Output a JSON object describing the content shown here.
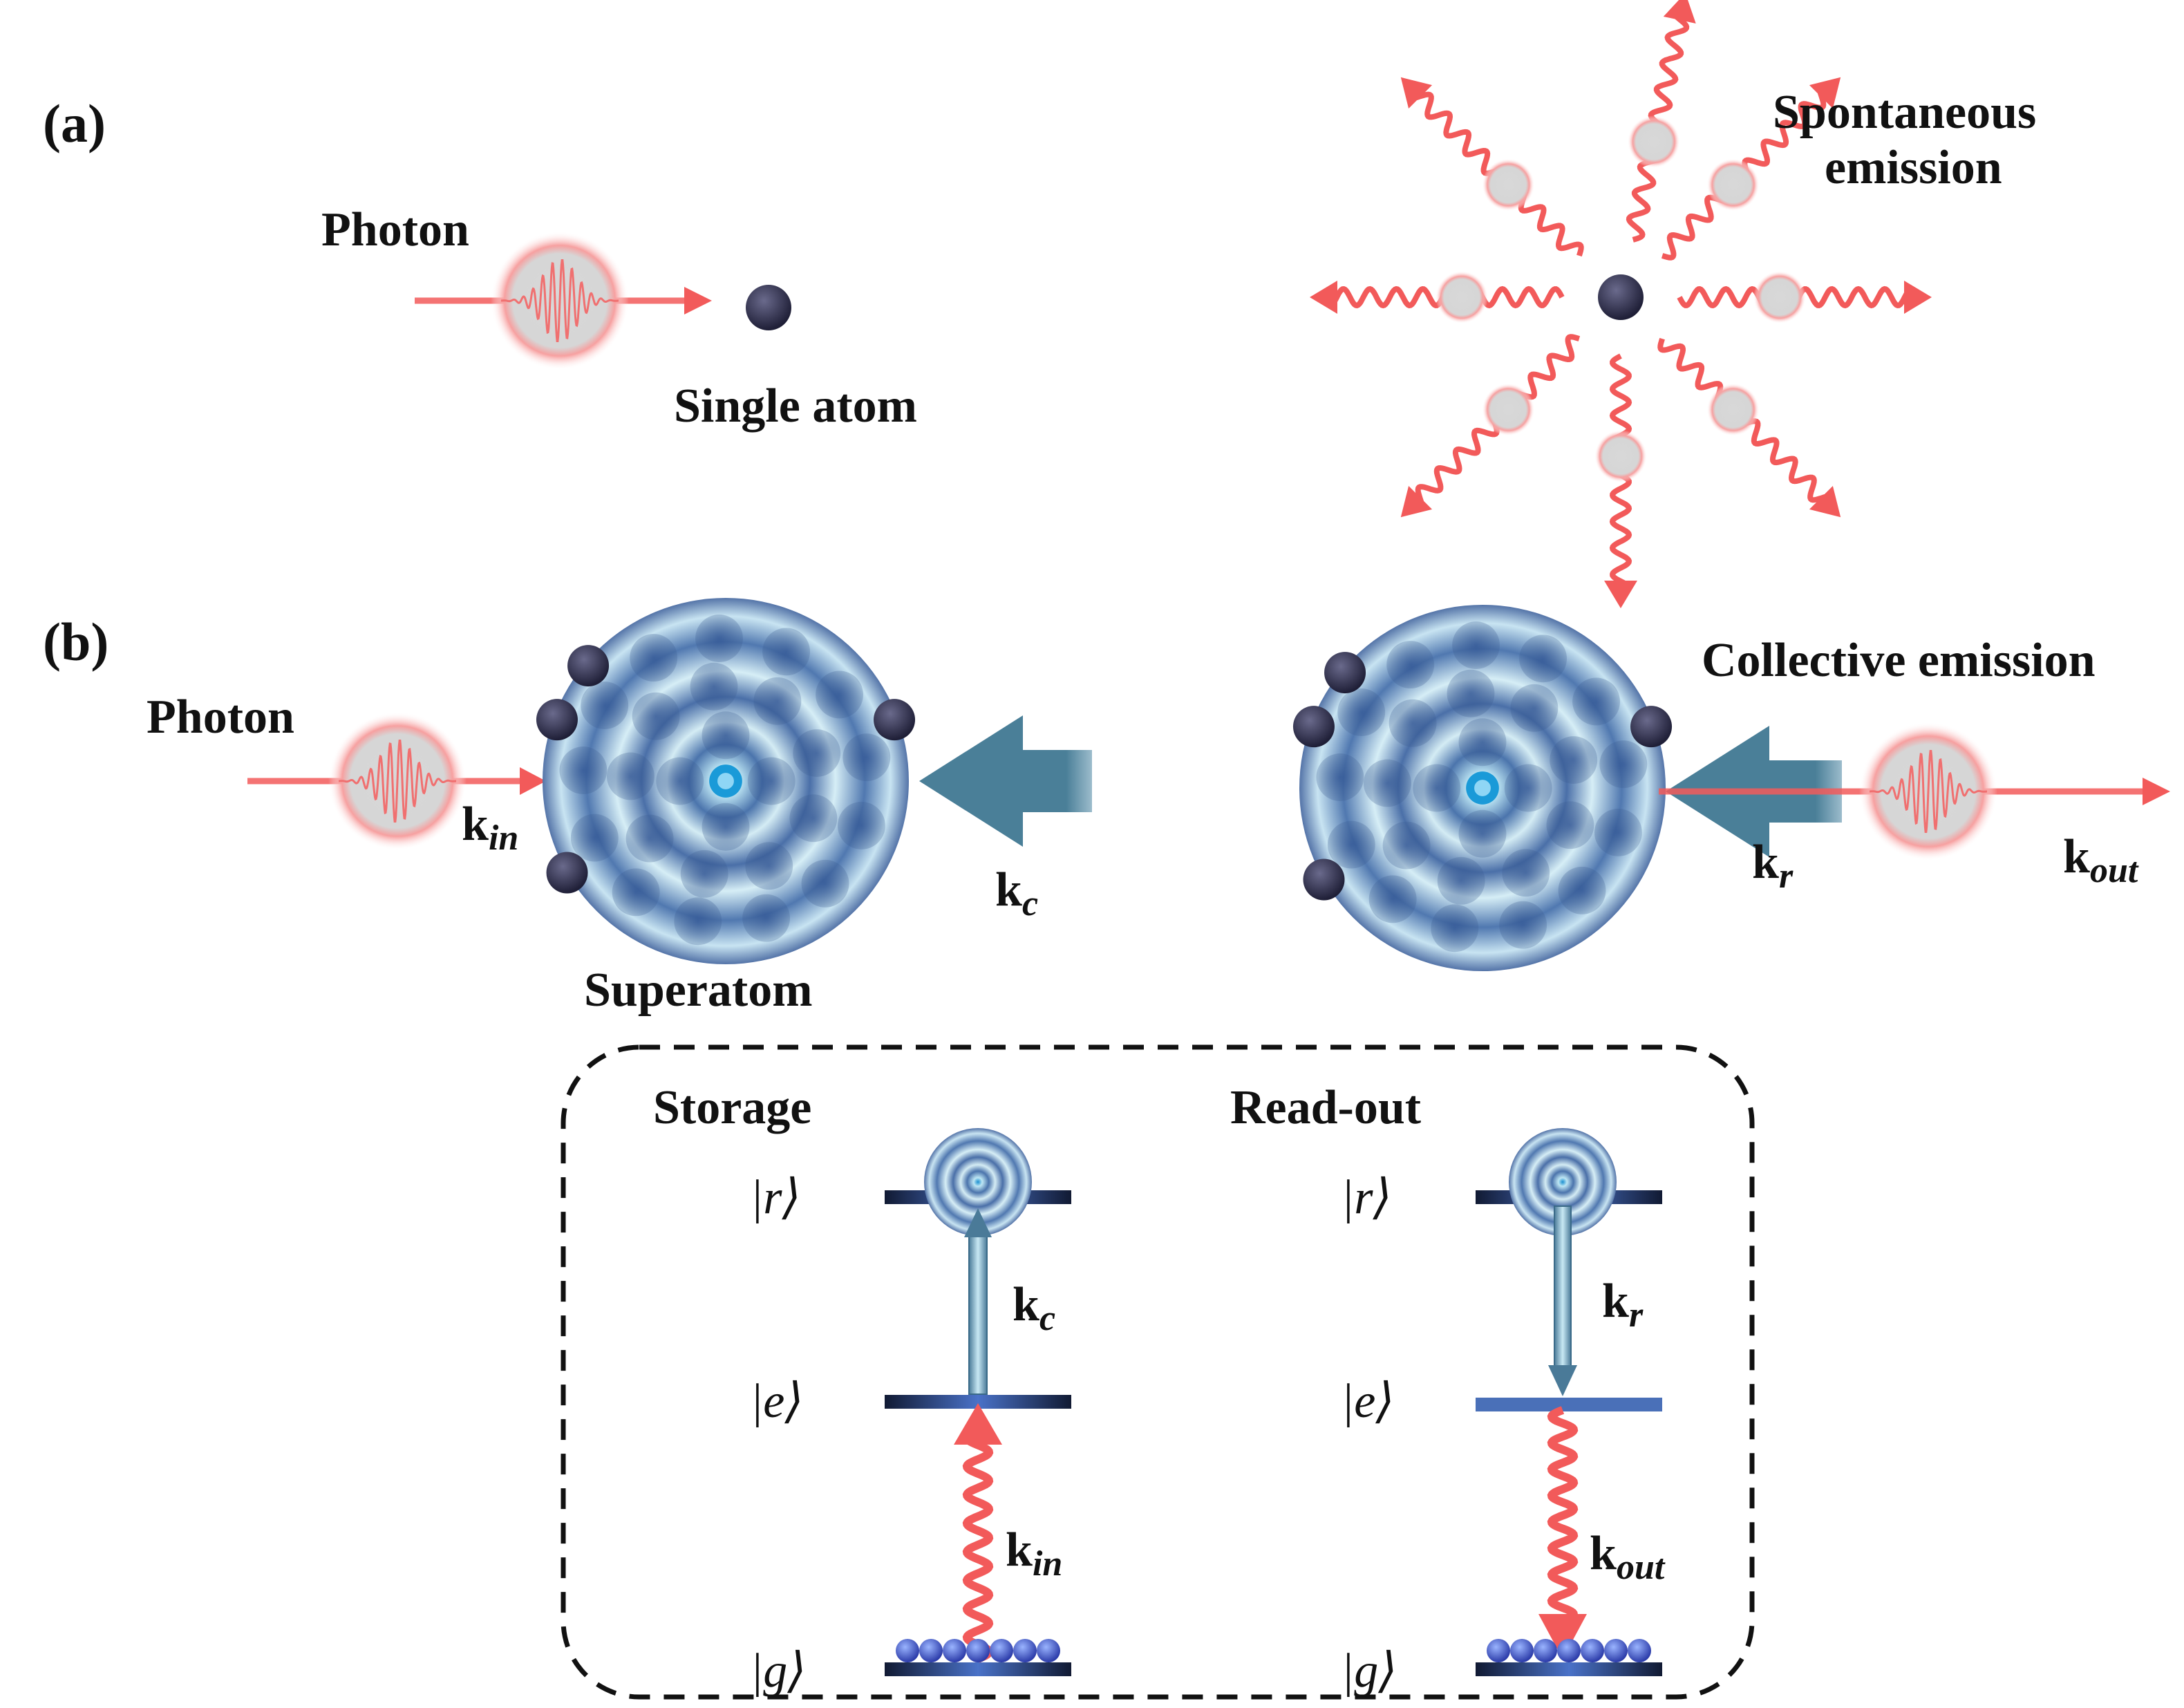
{
  "panel_a": {
    "label": "(a)",
    "photon_label": "Photon",
    "atom_label": "Single atom",
    "emission_label_1": "Spontaneous",
    "emission_label_2": "emission"
  },
  "panel_b": {
    "label": "(b)",
    "photon_label": "Photon",
    "k_in": {
      "base": "k",
      "sub": "in"
    },
    "k_c": {
      "base": "k",
      "sub": "c"
    },
    "superatom_label": "Superatom",
    "collective_label": "Collective emission",
    "k_r": {
      "base": "k",
      "sub": "r"
    },
    "k_out": {
      "base": "k",
      "sub": "out"
    }
  },
  "inset": {
    "storage_title": "Storage",
    "readout_title": "Read-out",
    "level_r": "|r⟩",
    "level_e": "|e⟩",
    "level_g": "|g⟩",
    "k_c": {
      "base": "k",
      "sub": "c"
    },
    "k_in": {
      "base": "k",
      "sub": "in"
    },
    "k_r": {
      "base": "k",
      "sub": "r"
    },
    "k_out": {
      "base": "k",
      "sub": "out"
    }
  },
  "colors": {
    "photon_red": "#f25a5a",
    "atom_dark": "#2f2f4a",
    "superatom_blue": "#5a7fb8",
    "arrow_teal": "#4a7c98",
    "level_bar": "#1c2a4a",
    "dashed_box": "#111111"
  }
}
